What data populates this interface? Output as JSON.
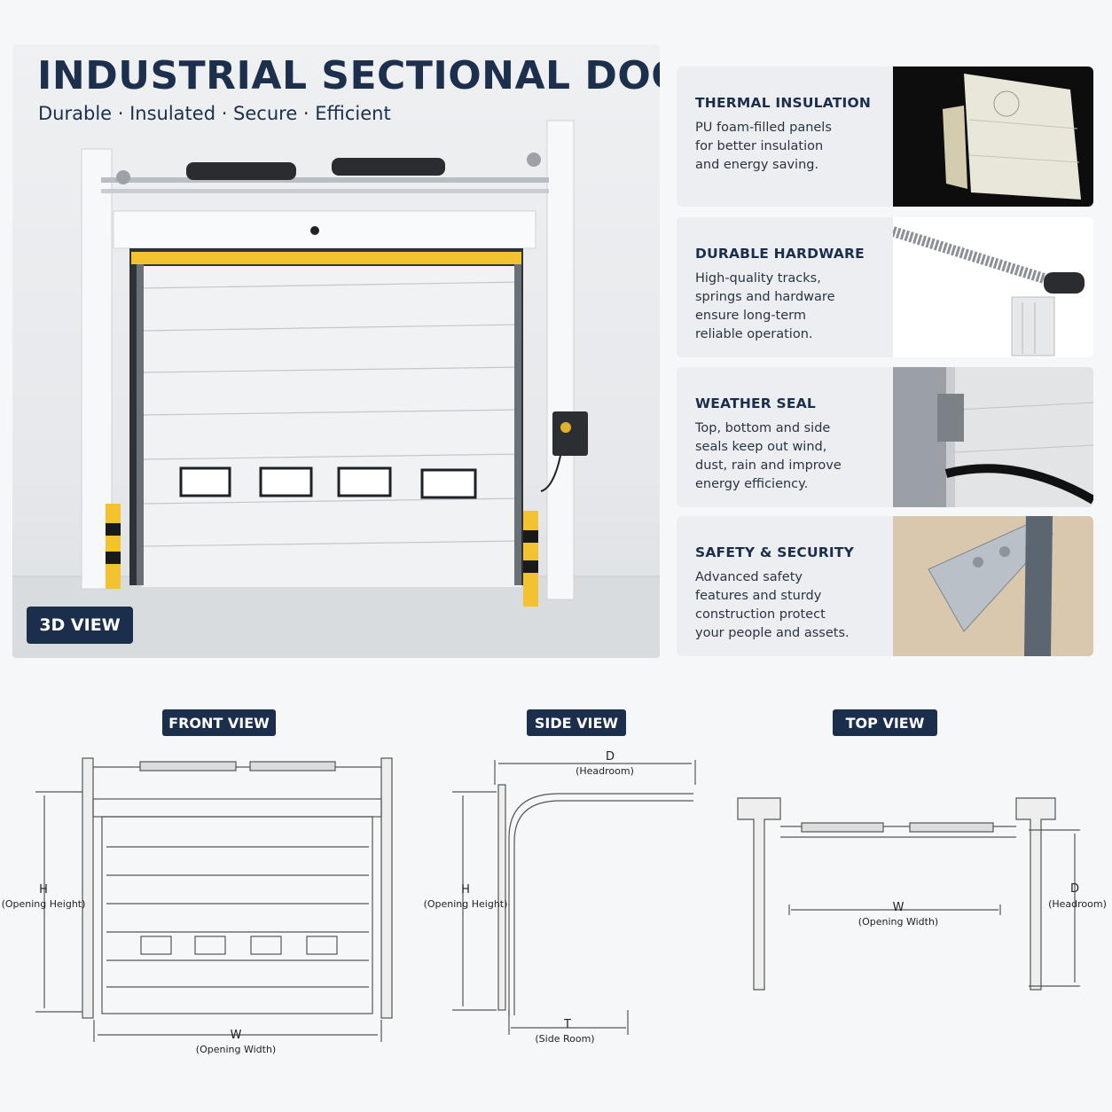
{
  "hero": {
    "title": "INDUSTRIAL SECTIONAL DOOR",
    "subtitle": "Durable · Insulated · Secure · Efficient",
    "badge": "3D VIEW"
  },
  "features": [
    {
      "title": "THERMAL INSULATION",
      "lines": [
        "PU foam-filled panels",
        "for better insulation",
        "and energy saving."
      ]
    },
    {
      "title": "DURABLE HARDWARE",
      "lines": [
        "High-quality tracks,",
        "springs and hardware",
        "ensure long-term",
        "reliable operation."
      ]
    },
    {
      "title": "WEATHER SEAL",
      "lines": [
        "Top, bottom and side",
        "seals keep out wind,",
        "dust, rain and improve",
        "energy efficiency."
      ]
    },
    {
      "title": "SAFETY & SECURITY",
      "lines": [
        "Advanced safety",
        "features and sturdy",
        "construction protect",
        "your people and assets."
      ]
    }
  ],
  "views": {
    "front": {
      "label": "FRONT VIEW",
      "h": "H",
      "h_desc": "(Opening Height)",
      "w": "W",
      "w_desc": "(Opening Width)"
    },
    "side": {
      "label": "SIDE VIEW",
      "d": "D",
      "d_desc": "(Headroom)",
      "h": "H",
      "h_desc": "(Opening Height)",
      "t": "T",
      "t_desc": "(Side Room)"
    },
    "top": {
      "label": "TOP VIEW",
      "w": "W",
      "w_desc": "(Opening Width)",
      "d": "D",
      "d_desc": "(Headroom)"
    }
  },
  "colors": {
    "navy": "#1b2e4b",
    "accent_yellow": "#f2c230",
    "black": "#1a1a1a"
  }
}
